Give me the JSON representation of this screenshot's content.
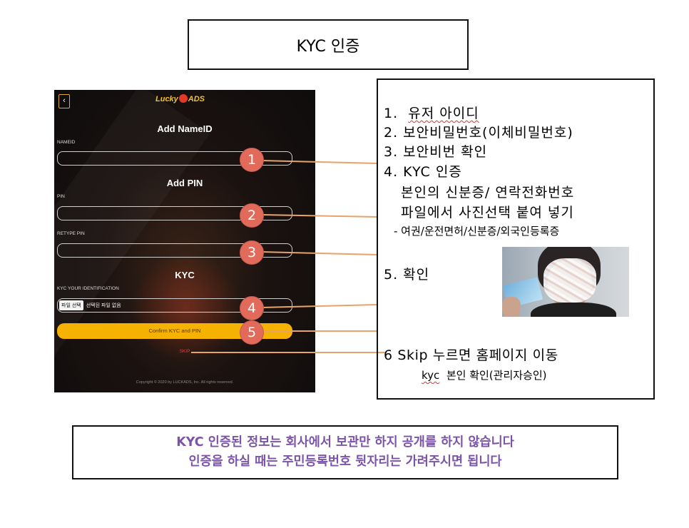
{
  "title": "KYC 인증",
  "app": {
    "back_icon": "‹",
    "logo_left": "Lucky",
    "logo_right": "ADS",
    "headings": {
      "name": "Add NameID",
      "pin": "Add PIN",
      "kyc": "KYC"
    },
    "labels": {
      "nameid": "NAMEID",
      "pin": "PIN",
      "retype_pin": "RETYPE PIN",
      "kyc_id": "KYC YOUR IDENTIFICATION"
    },
    "file_button": "파일 선택",
    "file_status": "선택된 파일 없음",
    "confirm_button": "Confirm KYC and PIN",
    "skip": "SKIP",
    "copyright": "Copyright © 2020 by LUCKADS, Inc. All rights reserved."
  },
  "markers": [
    "1",
    "2",
    "3",
    "4",
    "5"
  ],
  "steps": {
    "item1_num": "1.",
    "item1": "유저 아이디",
    "item2": "2.  보안비밀번호(이체비밀번호)",
    "item3": "3.  보안비번 확인",
    "item4": "4.  KYC 인증",
    "item4_sub1": "본인의 신분증/ 연락전화번호",
    "item4_sub2": "파일에서 사진선택 붙여 넣기",
    "item4_sub3": "- 여권/운전면허/신분증/외국인등록증",
    "item5": "5. 확인",
    "item6": "6 Skip 누르면 홈페이지 이동",
    "item6_sub_kyc": "kyc",
    "item6_sub_rest": "본인 확인(관리자승인)"
  },
  "notice": {
    "line1": "KYC 인증된 정보는 회사에서 보관만 하지 공개를 하지 않습니다",
    "line2": "인증을 하실 때는 주민등록번호 뒷자리는 가려주시면 됩니다"
  },
  "colors": {
    "badge": "#e16a5a",
    "connector": "#e8a36a",
    "confirm": "#f6b200",
    "notice_text": "#7b54a8"
  }
}
